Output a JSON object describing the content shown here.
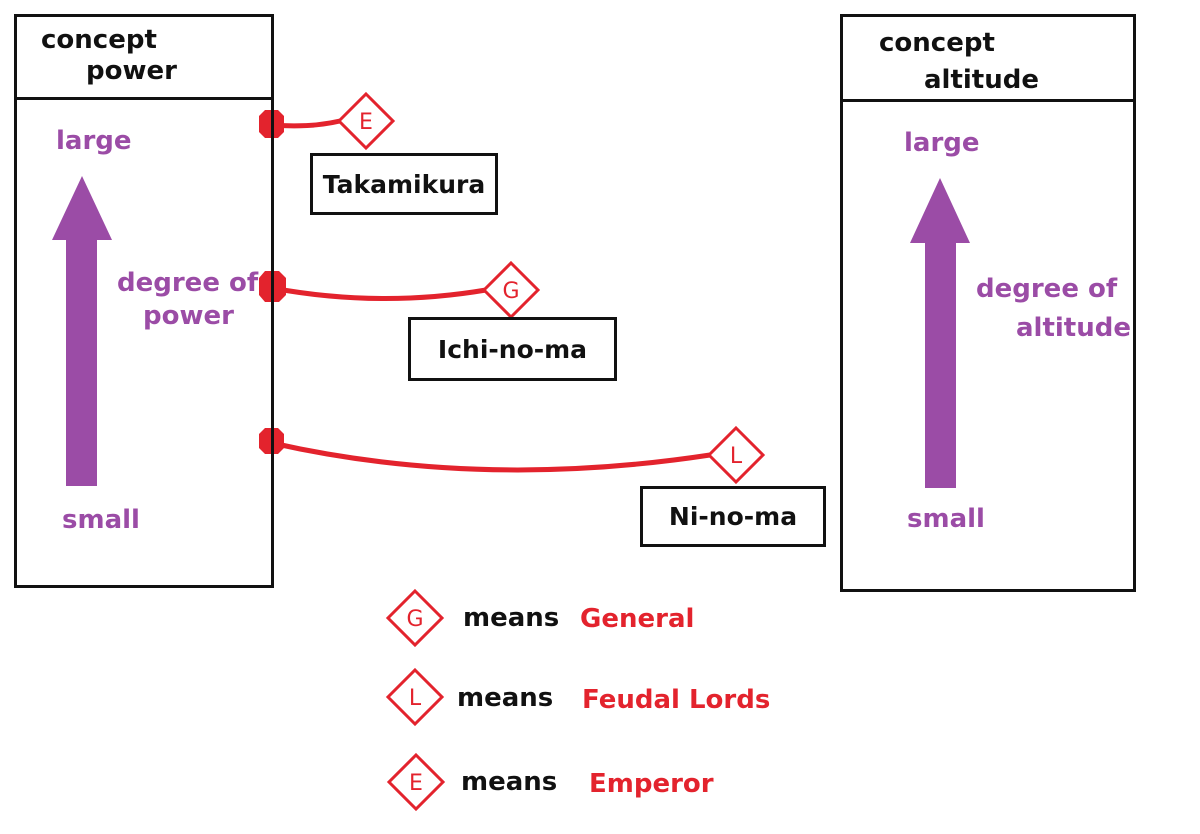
{
  "left_panel": {
    "header_line1": "concept",
    "header_line2": "power",
    "top_label": "large",
    "bottom_label": "small",
    "axis_label_line1": "degree of",
    "axis_label_line2": "power"
  },
  "right_panel": {
    "header_line1": "concept",
    "header_line2": "altitude",
    "top_label": "large",
    "bottom_label": "small",
    "axis_label_line1": "degree of",
    "axis_label_line2": "altitude"
  },
  "rooms": [
    {
      "name": "Takamikura",
      "symbol": "E"
    },
    {
      "name": "Ichi-no-ma",
      "symbol": "G"
    },
    {
      "name": "Ni-no-ma",
      "symbol": "L"
    }
  ],
  "legend": [
    {
      "symbol": "G",
      "means": "means",
      "role": "General"
    },
    {
      "symbol": "L",
      "means": "means",
      "role": "Feudal Lords"
    },
    {
      "symbol": "E",
      "means": "means",
      "role": "Emperor"
    }
  ],
  "colors": {
    "accent_red": "#e3232d",
    "arrow_purple": "#9b4ca6",
    "outline": "#111111"
  }
}
